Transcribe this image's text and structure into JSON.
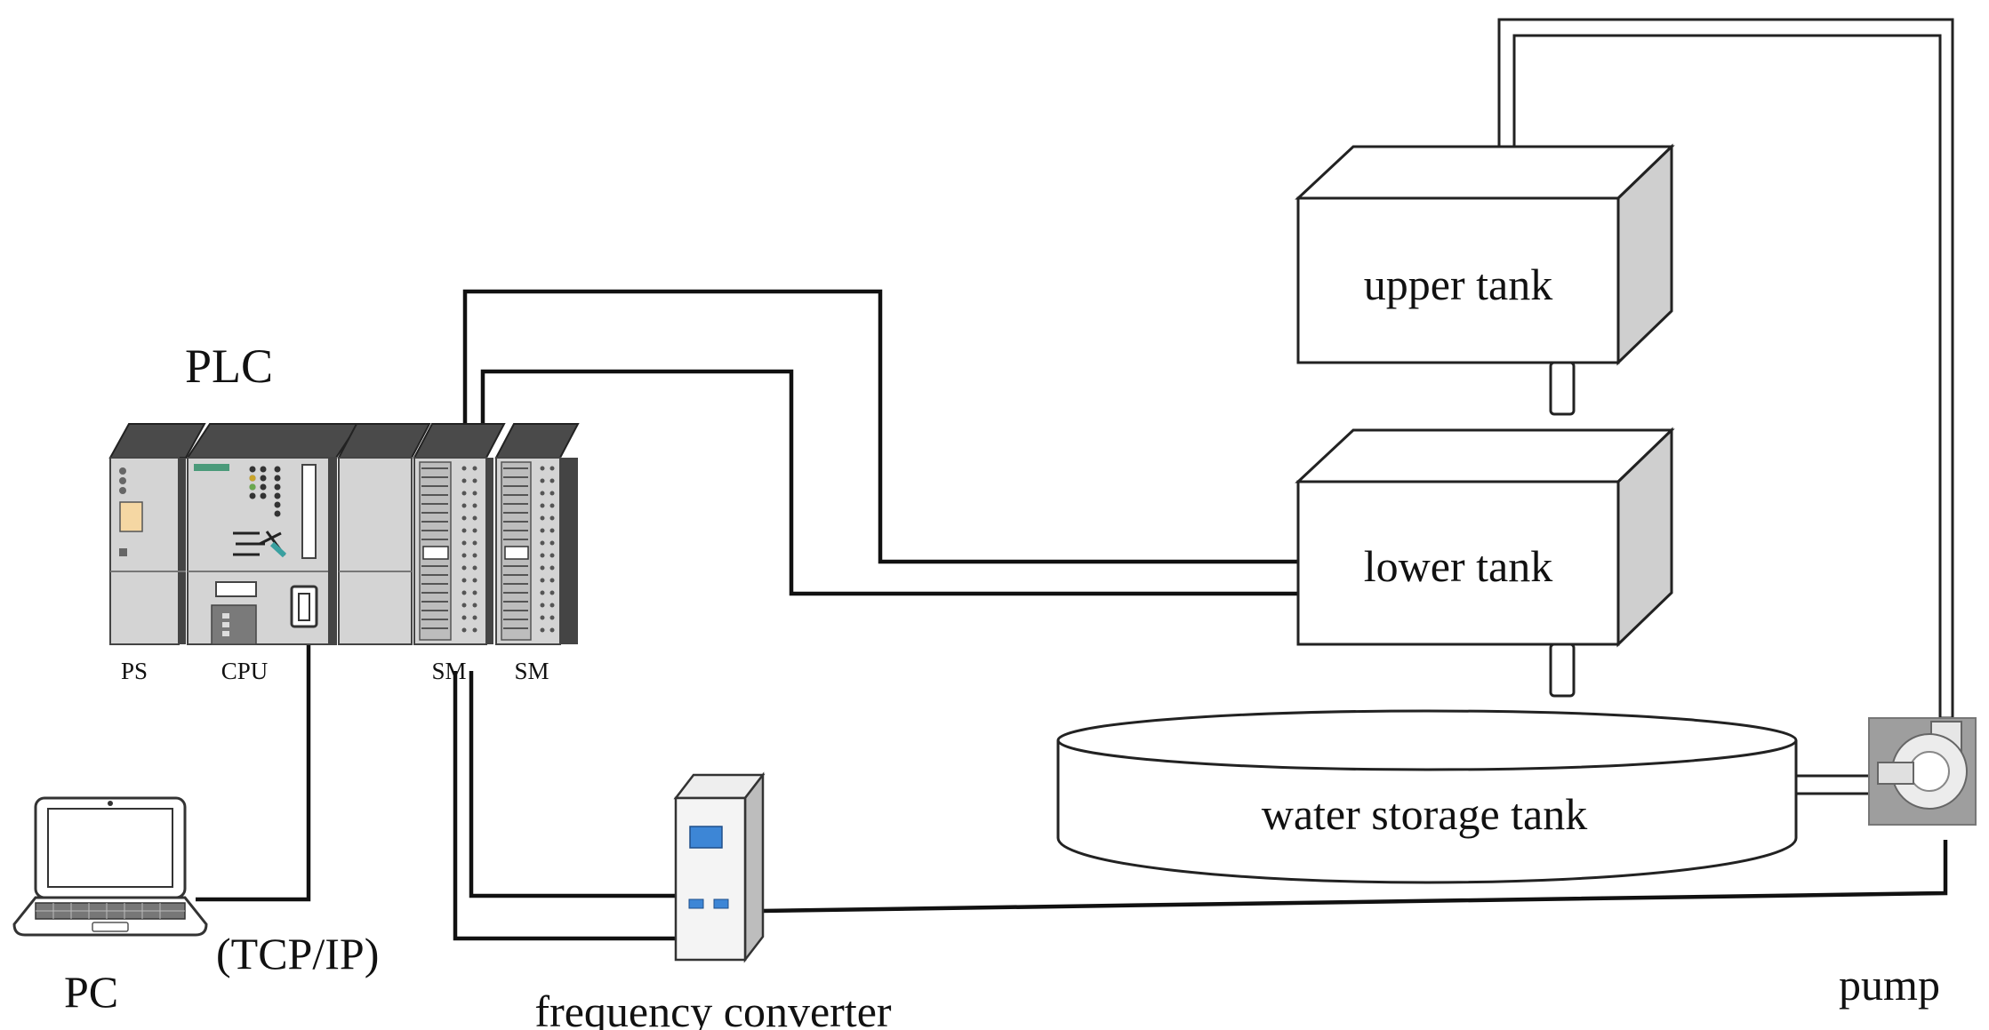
{
  "labels": {
    "plc": "PLC",
    "ps": "PS",
    "cpu": "CPU",
    "sm1": "SM",
    "sm2": "SM",
    "upper_tank": "upper tank",
    "lower_tank": "lower tank",
    "storage_tank": "water storage tank",
    "tcpip": "(TCP/IP)",
    "pc": "PC",
    "converter": "frequency converter",
    "pump": "pump"
  },
  "colors": {
    "line": "#111111",
    "module_face": "#d4d4d4",
    "module_top": "#4a4a4a",
    "tank_side": "#cfcfcf",
    "display": "#3d86d6",
    "pump_body": "#9e9e9e"
  }
}
